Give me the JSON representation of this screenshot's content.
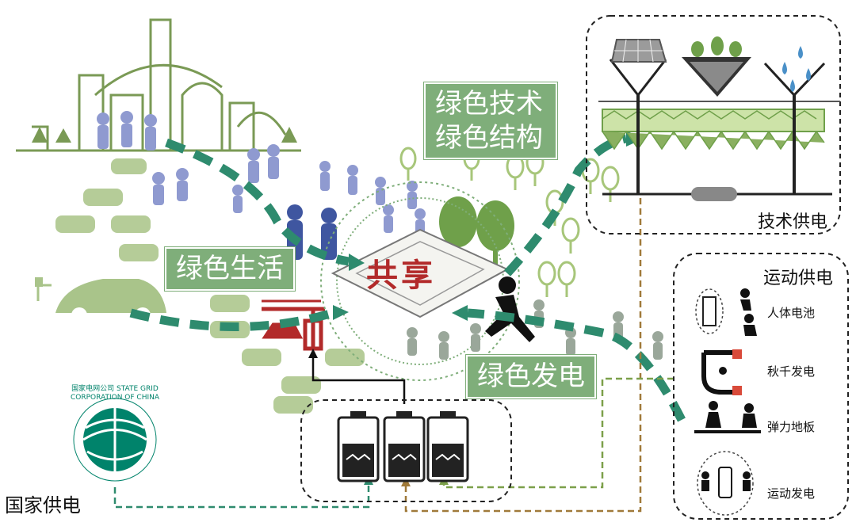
{
  "labels": {
    "tech": "绿色技术",
    "structure": "绿色结构",
    "life": "绿色生活",
    "generation": "绿色发电",
    "share": "共享"
  },
  "panels": {
    "tech_title": "技术供电",
    "sport_title": "运动供电",
    "sport_items": [
      "人体电池",
      "秋千发电",
      "弹力地板",
      "运动发电"
    ]
  },
  "grid": {
    "title": "国家供电",
    "logo_text": "国家电网公司 STATE GRID CORPORATION OF CHINA"
  },
  "colors": {
    "green_dark": "#2e8b6e",
    "green_box": "#7fae7a",
    "car_green": "#a9c48a",
    "people_blue": "#7d89c2",
    "share_red": "#b22a2a",
    "brown_dash": "#a07a3a"
  }
}
